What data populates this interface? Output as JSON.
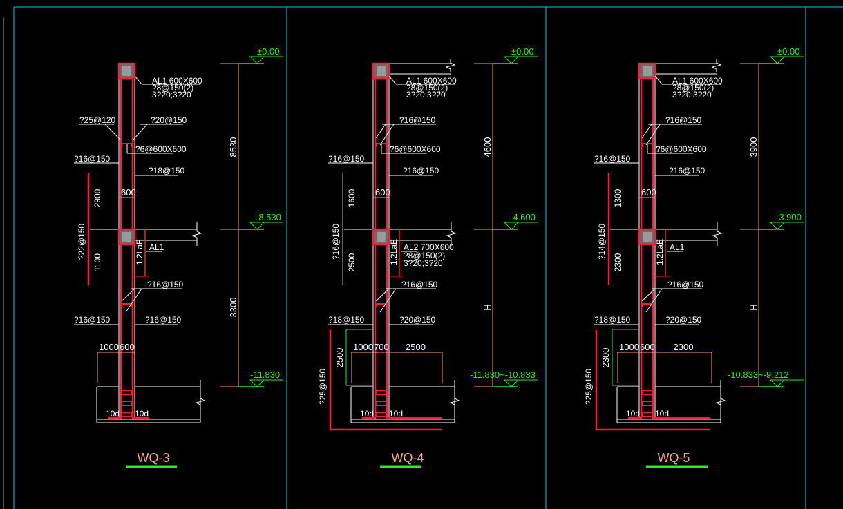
{
  "colors": {
    "background": "#000000",
    "frame": "#00c8d8",
    "concrete": "#ff1a3c",
    "line": "#ffffff",
    "dimension": "#f5a088",
    "elevation": "#22ee22",
    "title": "#f5a088"
  },
  "panels": [
    {
      "title": "WQ-3",
      "top_elev": "±0.00",
      "mid_elev": "-8.530",
      "bottom_elev": "-11.830",
      "upper_height": "8530",
      "lower_height": "3300",
      "beam_top": {
        "name": "AL1 600X600",
        "stirrup": "?8@150(2)",
        "bars": "3?20;3?20"
      },
      "upper_left_rebar": "?25@120",
      "upper_right_rebar": "?20@150",
      "tie": "?6@600X600",
      "upper_vert_left": "?16@150",
      "upper_vert_right": "?18@150",
      "column_width": "600",
      "side_bar": {
        "upper": "2900",
        "lower": "1100",
        "label": "?22@150"
      },
      "mid_beam": {
        "anchor": "1.2LaE",
        "name": "AL1",
        "stirrup": "",
        "bars": ""
      },
      "lower_diag": "?16@150",
      "lower_vert_left": "?16@150",
      "lower_vert_right": "?16@150",
      "base_dims": [
        "1000",
        "600"
      ],
      "base_right": "",
      "footing_height": "",
      "footing_bar": "",
      "anchor_left": "10d",
      "anchor_right": "10d",
      "lower_span": ""
    },
    {
      "title": "WQ-4",
      "top_elev": "±0.00",
      "mid_elev": "-4.600",
      "bottom_elev": "-11.830~-10.833",
      "upper_height": "4600",
      "lower_height": "H",
      "beam_top": {
        "name": "AL1 600X600",
        "stirrup": "?8@150(2)",
        "bars": "3?20;3?20"
      },
      "upper_left_rebar": "",
      "upper_right_rebar": "?16@150",
      "tie": "?6@600X600",
      "upper_vert_left": "?16@150",
      "upper_vert_right": "?16@150",
      "column_width": "600",
      "side_bar": {
        "upper": "1600",
        "lower": "2500",
        "label": "?16@150"
      },
      "mid_beam": {
        "anchor": "1.2LaE",
        "name": "AL2 700X600",
        "stirrup": "?8@150(2)",
        "bars": "3?20;3?20"
      },
      "lower_diag": "?16@150",
      "lower_vert_left": "?18@150",
      "lower_vert_right": "?20@150",
      "base_dims": [
        "1000",
        "700"
      ],
      "base_right": "2500",
      "footing_height": "2500",
      "footing_bar": "?25@150",
      "anchor_left": "10d",
      "anchor_right": "10d"
    },
    {
      "title": "WQ-5",
      "top_elev": "±0.00",
      "mid_elev": "-3.900",
      "bottom_elev": "-10.833~-9.212",
      "upper_height": "3900",
      "lower_height": "H",
      "beam_top": {
        "name": "AL1 600X600",
        "stirrup": "?8@150(2)",
        "bars": "3?20;3?20"
      },
      "upper_left_rebar": "",
      "upper_right_rebar": "?16@150",
      "tie": "?6@600X600",
      "upper_vert_left": "?16@150",
      "upper_vert_right": "?16@150",
      "column_width": "600",
      "side_bar": {
        "upper": "1300",
        "lower": "2300",
        "label": "?14@150"
      },
      "mid_beam": {
        "anchor": "1.2LaE",
        "name": "AL1",
        "stirrup": "",
        "bars": ""
      },
      "lower_diag": "?16@150",
      "lower_vert_left": "?18@150",
      "lower_vert_right": "?20@150",
      "base_dims": [
        "1000",
        "600"
      ],
      "base_right": "2300",
      "footing_height": "2300",
      "footing_bar": "?25@150",
      "anchor_left": "10d",
      "anchor_right": "10d"
    }
  ]
}
